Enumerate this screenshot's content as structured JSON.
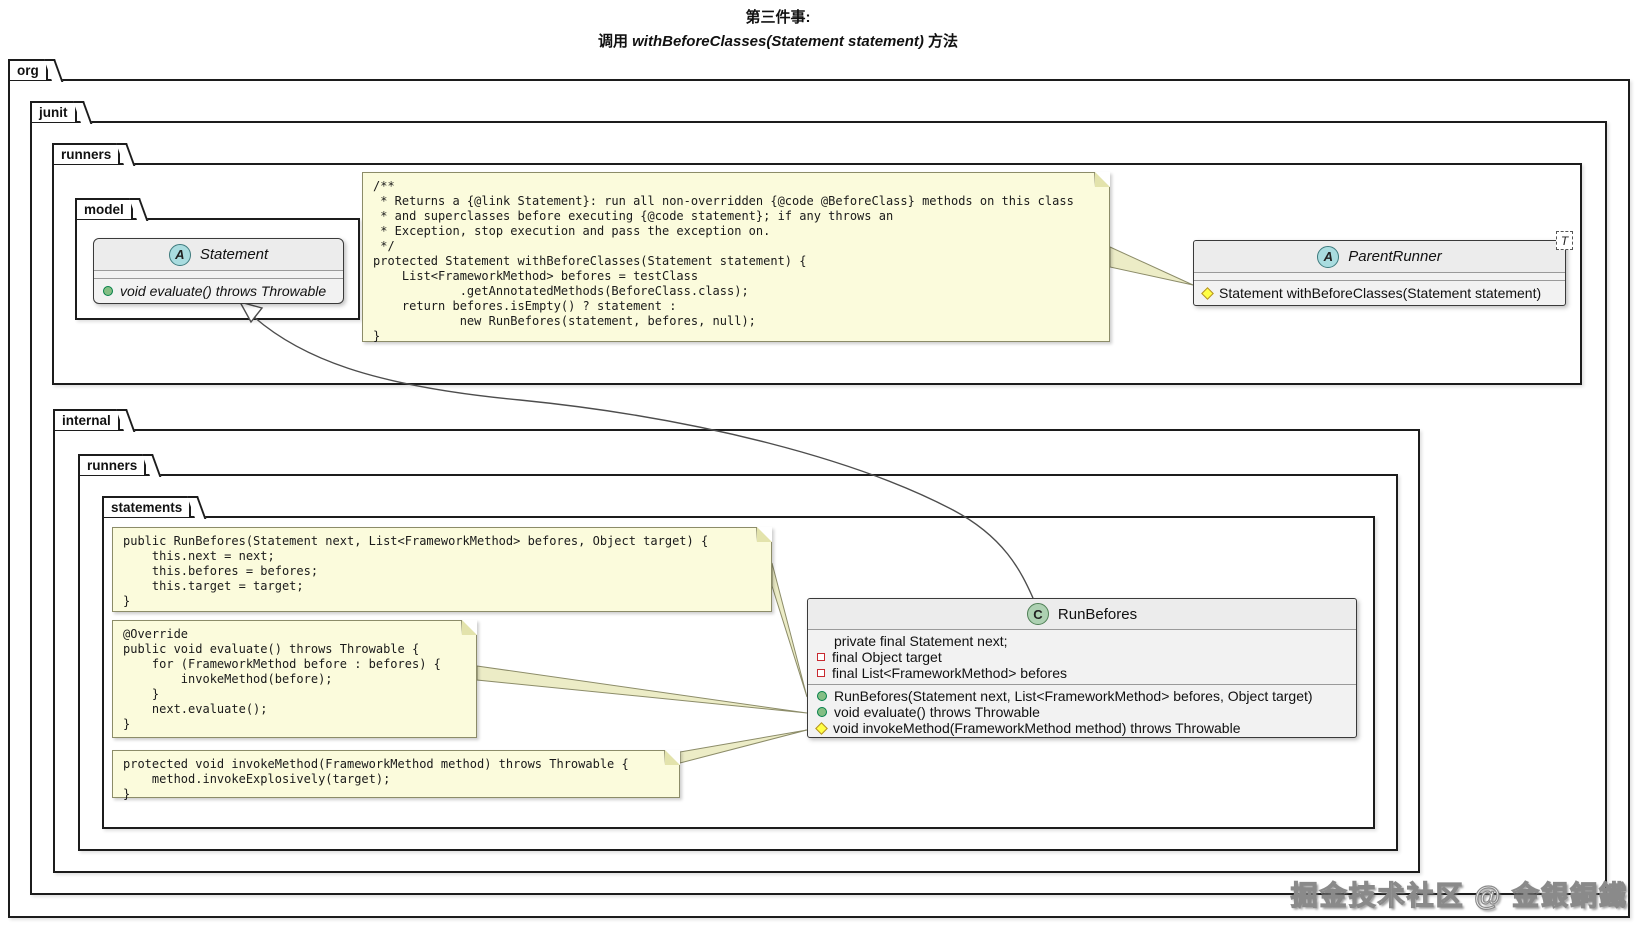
{
  "title": {
    "line1": "第三件事:",
    "line2_prefix": "调用 ",
    "line2_code": "withBeforeClasses(Statement statement)",
    "line2_suffix": " 方法"
  },
  "packages": {
    "org": "org",
    "junit": "junit",
    "runners_top": "runners",
    "model": "model",
    "internal": "internal",
    "runners_inner": "runners",
    "statements": "statements"
  },
  "classes": {
    "statement": {
      "stereotype_letter": "A",
      "name": "Statement",
      "methods": [
        {
          "icon": "green-circle-icon",
          "text": "void evaluate() throws Throwable"
        }
      ]
    },
    "parent_runner": {
      "stereotype_letter": "A",
      "name": "ParentRunner",
      "generic_param": "T",
      "methods": [
        {
          "icon": "yellow-diamond-icon",
          "text": "Statement withBeforeClasses(Statement statement)"
        }
      ]
    },
    "run_befores": {
      "stereotype_letter": "C",
      "name": "RunBefores",
      "fields": [
        {
          "icon": "none",
          "text": "private final Statement next;"
        },
        {
          "icon": "red-square-icon",
          "text": "final Object target"
        },
        {
          "icon": "red-square-icon",
          "text": "final List<FrameworkMethod> befores"
        }
      ],
      "methods": [
        {
          "icon": "green-circle-icon",
          "text": "RunBefores(Statement next, List<FrameworkMethod> befores, Object target)"
        },
        {
          "icon": "green-circle-icon",
          "text": "void evaluate() throws Throwable"
        },
        {
          "icon": "yellow-diamond-icon",
          "text": "void invokeMethod(FrameworkMethod method) throws Throwable"
        }
      ]
    }
  },
  "notes": {
    "with_before_classes": [
      "/**",
      " * Returns a {@link Statement}: run all non-overridden {@code @BeforeClass} methods on this class",
      " * and superclasses before executing {@code statement}; if any throws an",
      " * Exception, stop execution and pass the exception on.",
      " */",
      "protected Statement withBeforeClasses(Statement statement) {",
      "    List<FrameworkMethod> befores = testClass",
      "            .getAnnotatedMethods(BeforeClass.class);",
      "    return befores.isEmpty() ? statement :",
      "            new RunBefores(statement, befores, null);",
      "}"
    ],
    "constructor": [
      "public RunBefores(Statement next, List<FrameworkMethod> befores, Object target) {",
      "    this.next = next;",
      "    this.befores = befores;",
      "    this.target = target;",
      "}"
    ],
    "evaluate": [
      "@Override",
      "public void evaluate() throws Throwable {",
      "    for (FrameworkMethod before : befores) {",
      "        invokeMethod(before);",
      "    }",
      "    next.evaluate();",
      "}"
    ],
    "invoke_method": [
      "protected void invokeMethod(FrameworkMethod method) throws Throwable {",
      "    method.invokeExplosively(target);",
      "}"
    ]
  },
  "watermark": "掘金技术社区 @ 金銀銅鐵",
  "colors": {
    "note_bg": "#FBFBDC",
    "note_border": "#8C8C69",
    "abstract_icon_bg": "#A9DCDF",
    "class_icon_bg": "#ADD1B2",
    "public_method_icon": "#84BE84",
    "protected_method_icon": "#FFFF44",
    "field_icon_border": "#C82930",
    "box_bg": "#F2F2F2",
    "line": "#4D4D4D"
  }
}
